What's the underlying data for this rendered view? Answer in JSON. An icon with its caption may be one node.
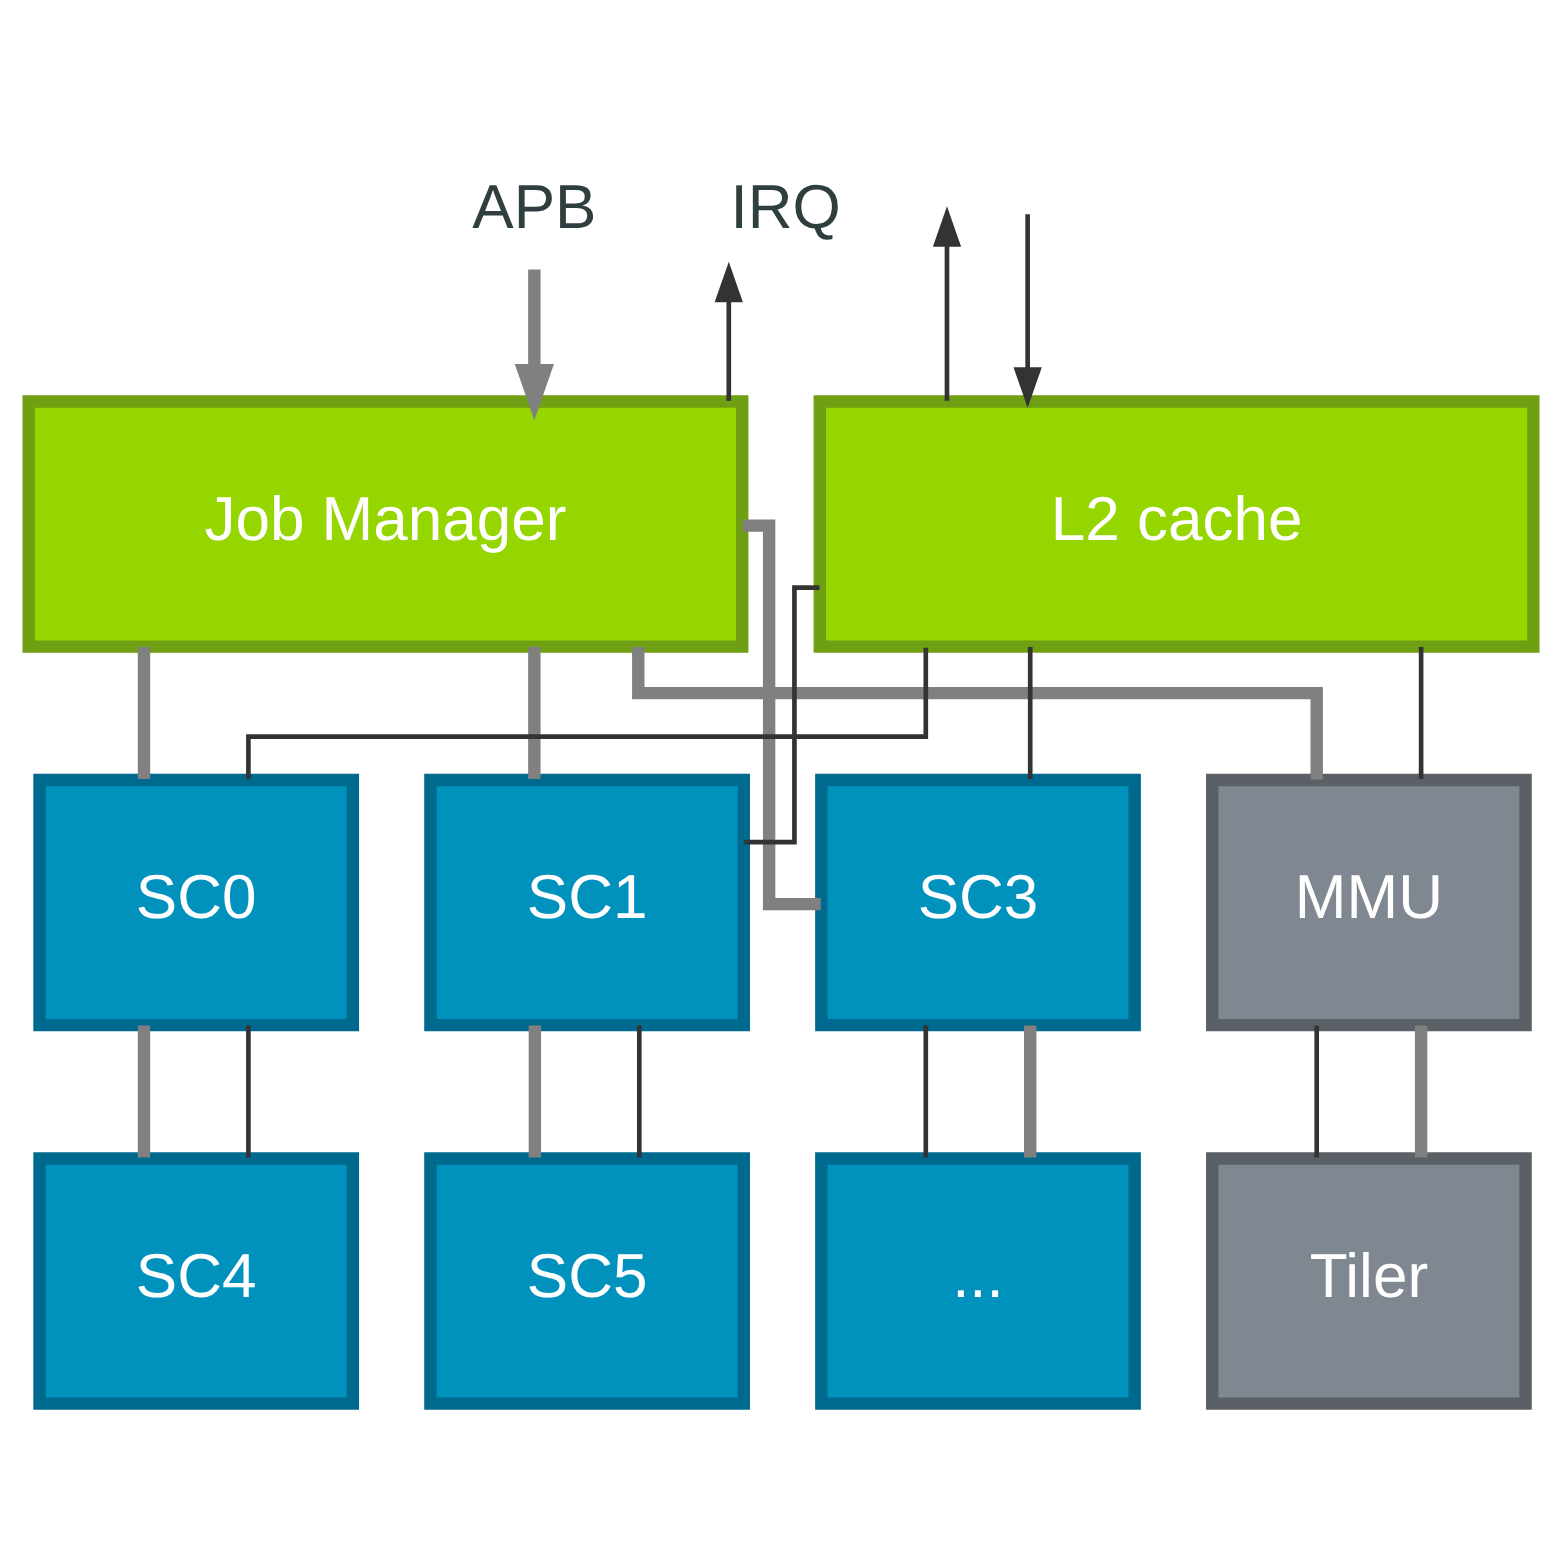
{
  "diagram": {
    "nodes": [
      {
        "text": [
          "APB"
        ]
      },
      {
        "text": [
          "IRQ"
        ]
      },
      {
        "text": [
          "Job Manager"
        ]
      },
      {
        "text": [
          "L2 cache"
        ]
      },
      {
        "text": [
          "SC0"
        ]
      },
      {
        "text": [
          "SC1"
        ]
      },
      {
        "text": [
          "SC3"
        ]
      },
      {
        "text": [
          "MMU"
        ]
      },
      {
        "text": [
          "SC4"
        ]
      },
      {
        "text": [
          "SC5"
        ]
      },
      {
        "text": [
          "..."
        ]
      },
      {
        "text": [
          "Tiler"
        ]
      }
    ],
    "edges": [
      {
        "from": 0,
        "to": 2,
        "arrow": "to",
        "style": "thick",
        "color": "#808080"
      },
      {
        "from": 2,
        "to": 1,
        "arrow": "to"
      },
      {
        "from": 3,
        "to": null,
        "arrow": "to"
      },
      {
        "from": null,
        "to": 3,
        "arrow": "to"
      },
      {
        "from": 2,
        "to": 4,
        "arrow": "none",
        "style": "thick",
        "color": "#808080"
      },
      {
        "from": 2,
        "to": 5,
        "arrow": "none",
        "style": "thick",
        "color": "#808080"
      },
      {
        "from": 2,
        "to": 6,
        "arrow": "none",
        "style": "thick",
        "color": "#808080"
      },
      {
        "from": 2,
        "to": 7,
        "arrow": "none",
        "style": "thick",
        "color": "#808080"
      },
      {
        "from": 3,
        "to": 4,
        "arrow": "none"
      },
      {
        "from": 3,
        "to": 5,
        "arrow": "none"
      },
      {
        "from": 3,
        "to": 6,
        "arrow": "none"
      },
      {
        "from": 3,
        "to": 7,
        "arrow": "none"
      },
      {
        "from": 4,
        "to": 8,
        "arrow": "none",
        "style": "thick",
        "color": "#808080"
      },
      {
        "from": 4,
        "to": 8,
        "arrow": "none"
      },
      {
        "from": 5,
        "to": 9,
        "arrow": "none",
        "style": "thick",
        "color": "#808080"
      },
      {
        "from": 5,
        "to": 9,
        "arrow": "none"
      },
      {
        "from": 6,
        "to": 10,
        "arrow": "none"
      },
      {
        "from": 6,
        "to": 10,
        "arrow": "none",
        "style": "thick",
        "color": "#808080"
      },
      {
        "from": 7,
        "to": 11,
        "arrow": "none"
      },
      {
        "from": 7,
        "to": 11,
        "arrow": "none",
        "style": "thick",
        "color": "#808080"
      }
    ]
  }
}
